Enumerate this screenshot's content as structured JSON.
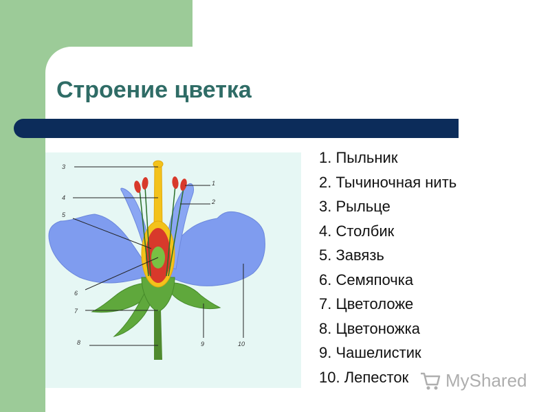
{
  "title": "Строение цветка",
  "legend": [
    "1. Пыльник",
    "2. Тычиночная нить",
    "3.  Рыльце",
    "4.  Столбик",
    "5.  Завязь",
    "6.  Семяпочка",
    "7.  Цветоложе",
    "8.  Цветоножка",
    "9.  Чашелистик",
    "10. Лепесток"
  ],
  "diagram_labels": [
    "1",
    "2",
    "3",
    "4",
    "5",
    "6",
    "7",
    "8",
    "9",
    "10"
  ],
  "watermark": "MyShared",
  "colors": {
    "side_bar": "#9ccb98",
    "title": "#2f6c66",
    "rule": "#0c2c5a",
    "diagram_bg": "#e6f7f4",
    "petal": "#7f9cef",
    "sepal": "#5fa83c",
    "pistil": "#f3c21b",
    "ovary": "#d8392b",
    "ovule": "#79c043",
    "anther": "#d8392b"
  },
  "icons": [
    "shopping-cart-icon"
  ]
}
